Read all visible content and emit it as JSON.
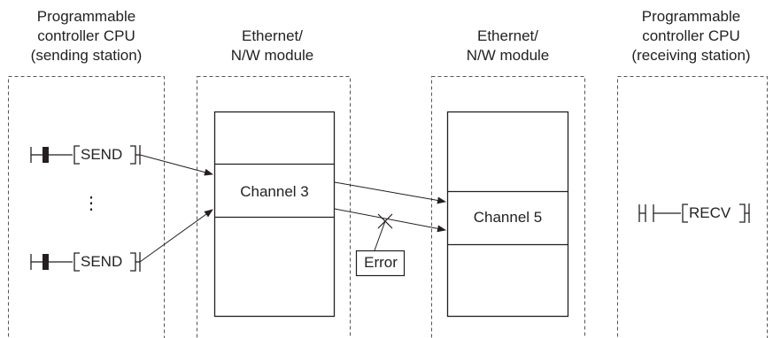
{
  "stations": [
    {
      "title_lines": [
        "Programmable",
        "controller CPU",
        "(sending station)"
      ],
      "instructions": [
        "SEND",
        "SEND"
      ],
      "ellipsis": "⋮"
    },
    {
      "title_lines": [
        "Ethernet/",
        "N/W module"
      ],
      "channel_label": "Channel 3"
    },
    {
      "title_lines": [
        "Ethernet/",
        "N/W module"
      ],
      "channel_label": "Channel 5"
    },
    {
      "title_lines": [
        "Programmable",
        "controller CPU",
        "(receiving station)"
      ],
      "instructions": [
        "RECV"
      ]
    }
  ],
  "error_label": "Error",
  "colors": {
    "line": "#231f20",
    "dashed_border": "#555555",
    "contact_fill": "#231f20"
  }
}
